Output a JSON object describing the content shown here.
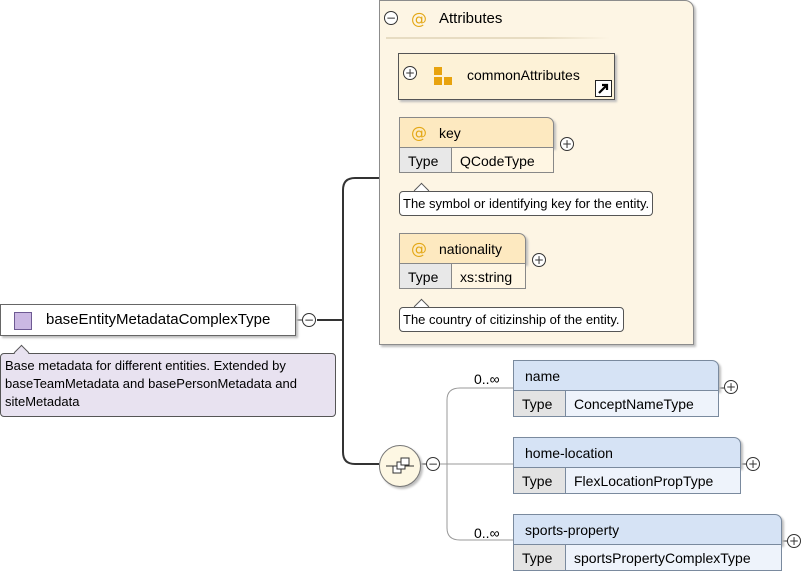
{
  "root": {
    "name": "baseEntityMetadataComplexType",
    "documentation": "Base metadata for different entities. Extended by baseTeamMetadata and basePersonMetadata and siteMetadata"
  },
  "attributes_group": {
    "title": "Attributes",
    "attribute_group_ref": "commonAttributes",
    "attributes": [
      {
        "name": "key",
        "type_label": "Type",
        "type": "QCodeType",
        "documentation": "The symbol or identifying key for the entity."
      },
      {
        "name": "nationality",
        "type_label": "Type",
        "type": "xs:string",
        "documentation": "The country of citizinship of the entity."
      }
    ]
  },
  "sequence": {
    "elements": [
      {
        "name": "name",
        "type_label": "Type",
        "type": "ConceptNameType",
        "occurrence": "0..∞"
      },
      {
        "name": "home-location",
        "type_label": "Type",
        "type": "FlexLocationPropType",
        "occurrence": ""
      },
      {
        "name": "sports-property",
        "type_label": "Type",
        "type": "sportsPropertyComplexType",
        "occurrence": "0..∞"
      }
    ]
  },
  "symbols": {
    "attribute_symbol": "@",
    "expand": "+",
    "collapse": "−"
  },
  "colors": {
    "attribute_panel": "#fdf5e4",
    "attribute_box": "#fde9c0",
    "element_box": "#d6e3f5",
    "type_fill": "#cbb8e3",
    "doc_fill": "#e8e2f0"
  }
}
